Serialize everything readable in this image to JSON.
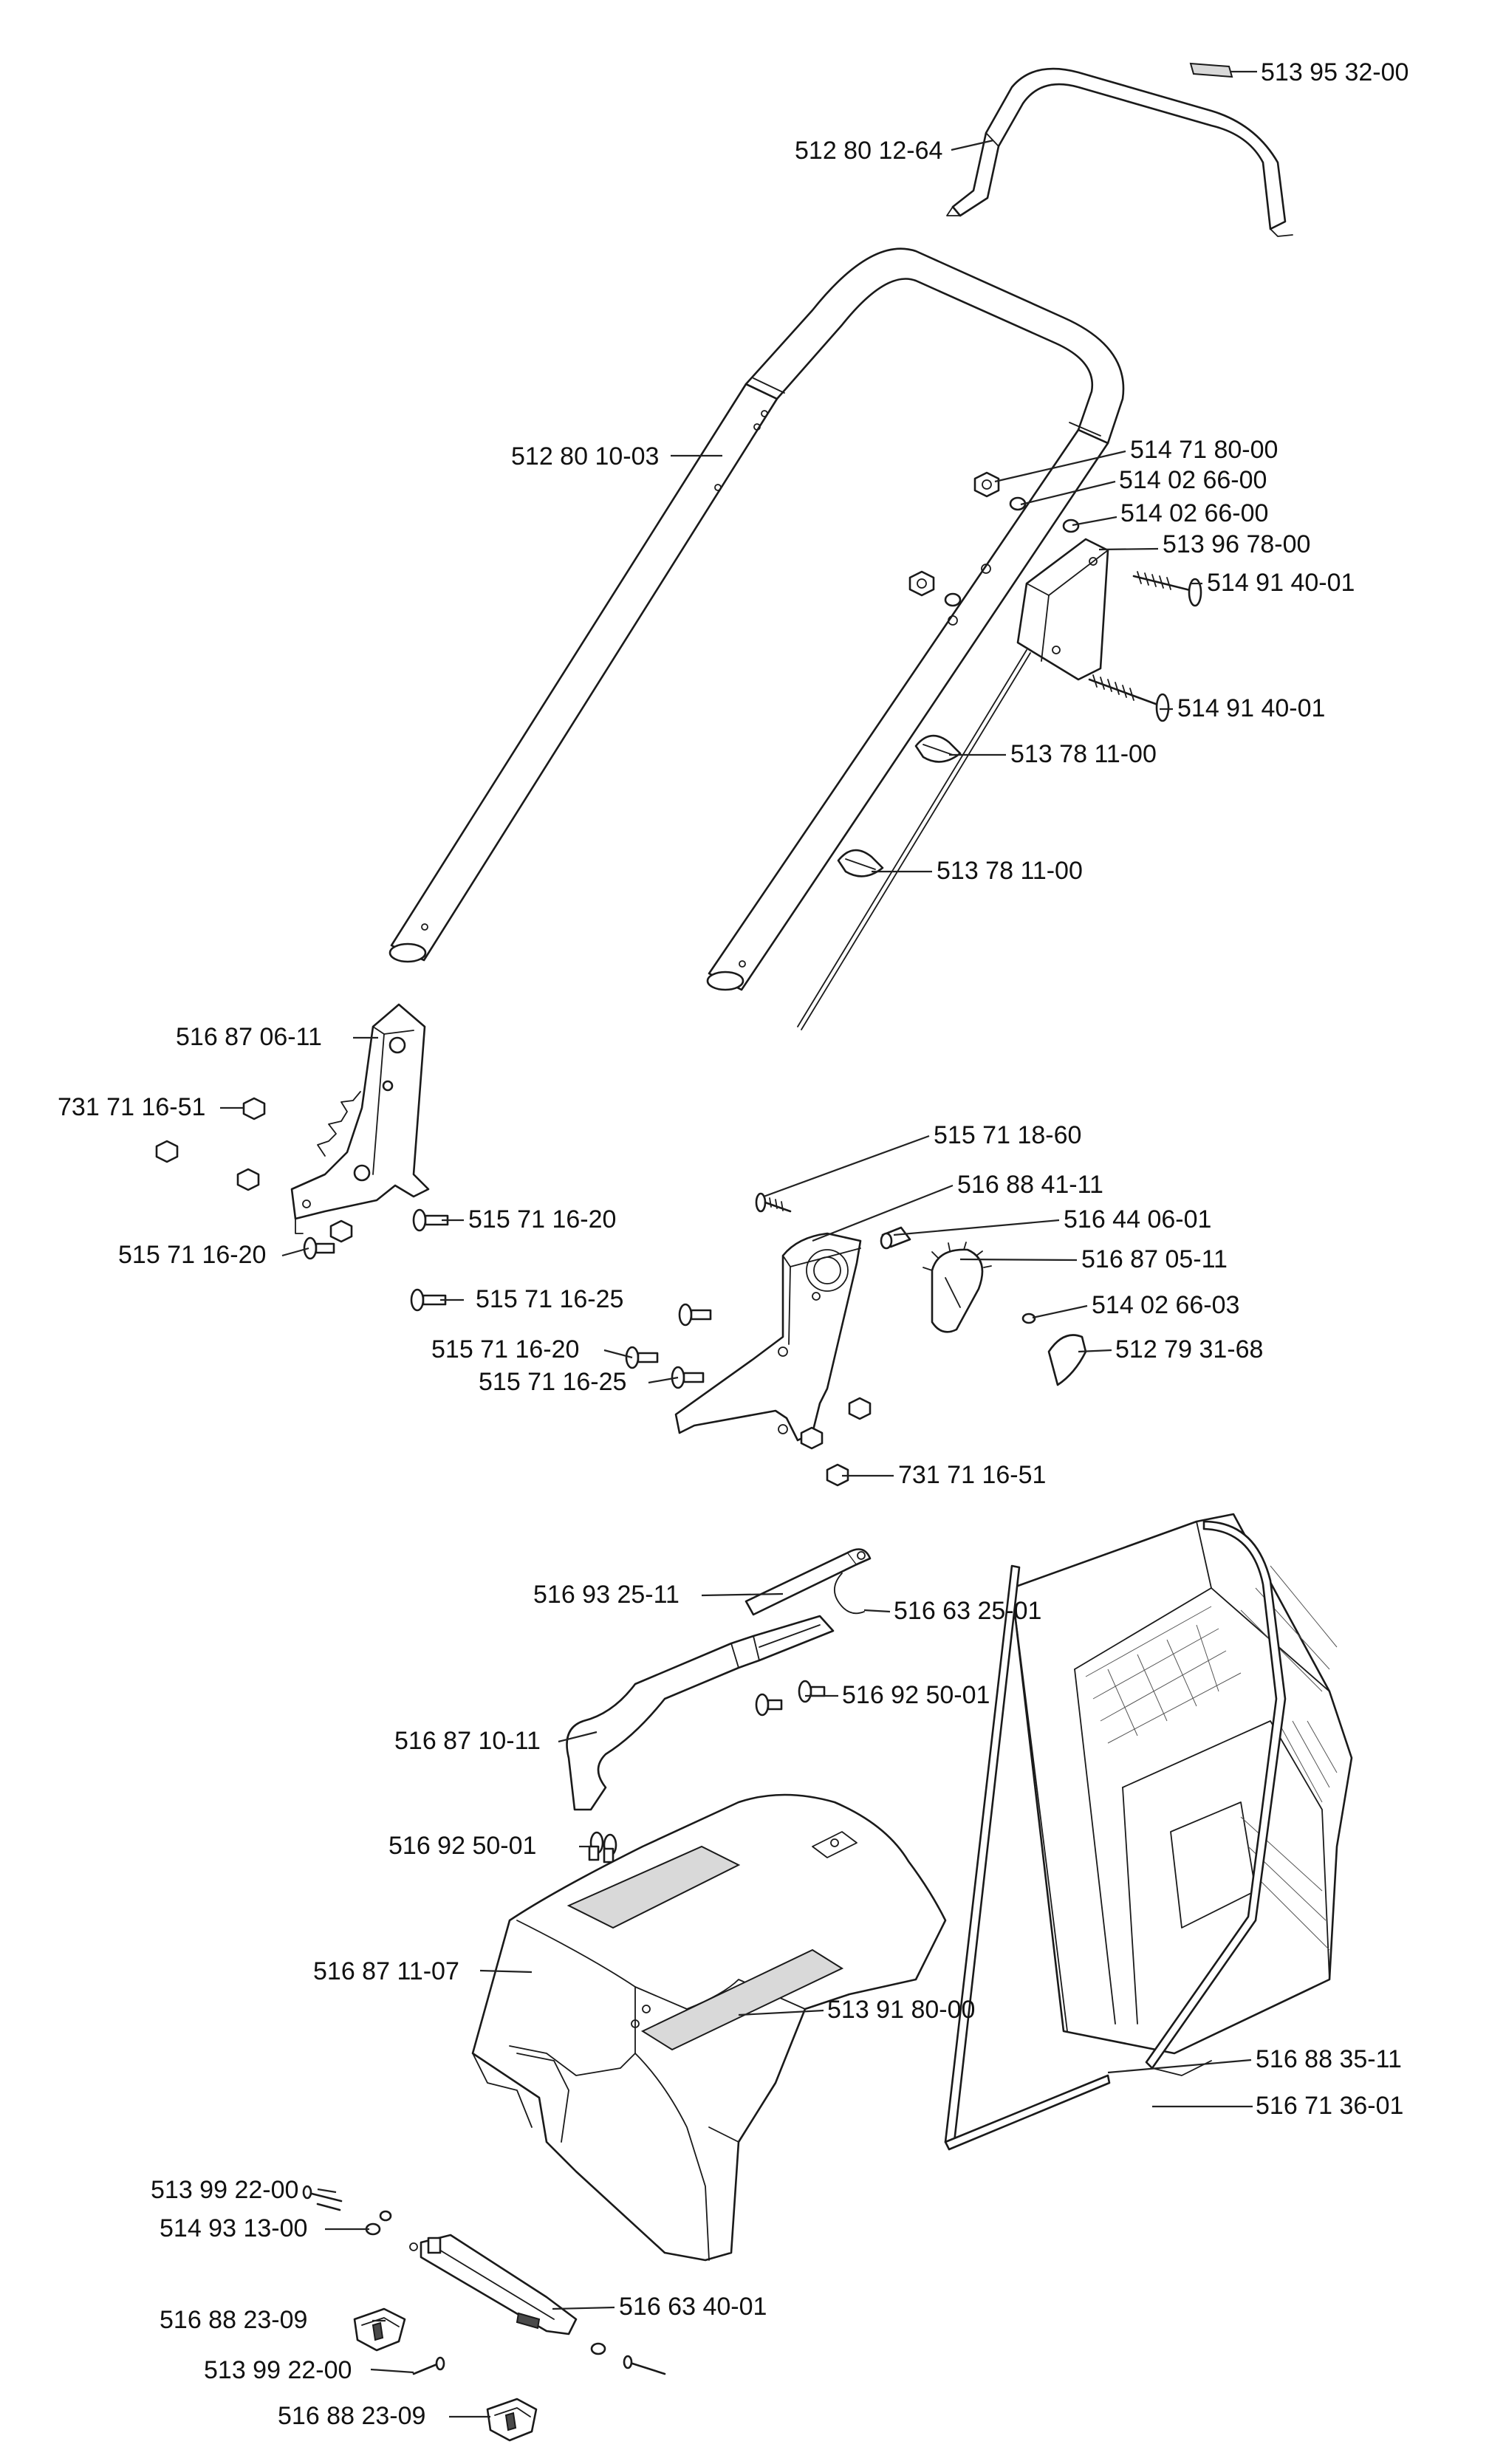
{
  "diagram": {
    "labels": [
      {
        "id": "p1",
        "text": "513 95 32-00"
      },
      {
        "id": "p2",
        "text": "512 80 12-64"
      },
      {
        "id": "p3",
        "text": "512 80 10-03"
      },
      {
        "id": "p4",
        "text": "514 71 80-00"
      },
      {
        "id": "p5",
        "text": "514 02 66-00"
      },
      {
        "id": "p6",
        "text": "514 02 66-00"
      },
      {
        "id": "p7",
        "text": "513 96 78-00"
      },
      {
        "id": "p8",
        "text": "514 91 40-01"
      },
      {
        "id": "p9",
        "text": "514 91 40-01"
      },
      {
        "id": "p10",
        "text": "513 78 11-00"
      },
      {
        "id": "p11",
        "text": "513 78 11-00"
      },
      {
        "id": "p12",
        "text": "516 87 06-11"
      },
      {
        "id": "p13",
        "text": "731 71 16-51"
      },
      {
        "id": "p14",
        "text": "515 71 16-20"
      },
      {
        "id": "p15",
        "text": "515 71 16-20"
      },
      {
        "id": "p16",
        "text": "515 71 16-25"
      },
      {
        "id": "p17",
        "text": "515 71 16-20"
      },
      {
        "id": "p18",
        "text": "515 71 16-25"
      },
      {
        "id": "p19",
        "text": "515 71 18-60"
      },
      {
        "id": "p20",
        "text": "516 88 41-11"
      },
      {
        "id": "p21",
        "text": "516 44 06-01"
      },
      {
        "id": "p22",
        "text": "516 87 05-11"
      },
      {
        "id": "p23",
        "text": "514 02 66-03"
      },
      {
        "id": "p24",
        "text": "512 79 31-68"
      },
      {
        "id": "p25",
        "text": "731 71 16-51"
      },
      {
        "id": "p26",
        "text": "516 93 25-11"
      },
      {
        "id": "p27",
        "text": "516 63 25-01"
      },
      {
        "id": "p28",
        "text": "516 92 50-01"
      },
      {
        "id": "p29",
        "text": "516 87 10-11"
      },
      {
        "id": "p30",
        "text": "516 92 50-01"
      },
      {
        "id": "p31",
        "text": "516 87 11-07"
      },
      {
        "id": "p32",
        "text": "513 91 80-00"
      },
      {
        "id": "p33",
        "text": "516 88 35-11"
      },
      {
        "id": "p34",
        "text": "516 71 36-01"
      },
      {
        "id": "p35",
        "text": "513 99 22-00"
      },
      {
        "id": "p36",
        "text": "514 93 13-00"
      },
      {
        "id": "p37",
        "text": "516 88 23-09"
      },
      {
        "id": "p38",
        "text": "516 63 40-01"
      },
      {
        "id": "p39",
        "text": "513 99 22-00"
      },
      {
        "id": "p40",
        "text": "516 88 23-09"
      }
    ]
  }
}
